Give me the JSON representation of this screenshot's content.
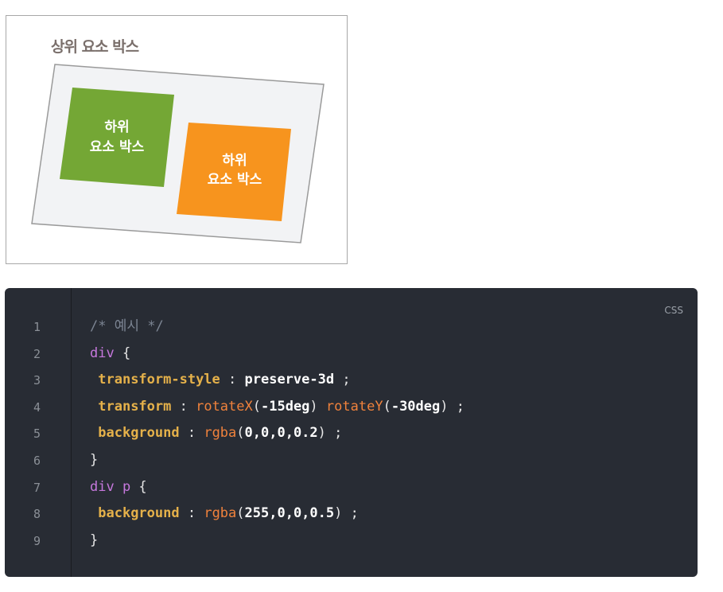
{
  "figure": {
    "title": "상위 요소 박스",
    "child_green_label_1": "하위",
    "child_green_label_2": "요소 박스",
    "child_orange_label_1": "하위",
    "child_orange_label_2": "요소 박스",
    "colors": {
      "parent_fill": "#f2f3f5",
      "parent_stroke": "#9a9a9a",
      "green": "#74a735",
      "orange": "#f7941e"
    }
  },
  "code": {
    "language": "CSS",
    "line_numbers": [
      "1",
      "2",
      "3",
      "4",
      "5",
      "6",
      "7",
      "8",
      "9"
    ],
    "lines": {
      "l1_comment": "/* 예시 */",
      "l2_sel": "div",
      "l2_brace": " {",
      "l3_prop": "transform-style",
      "l3_colon": " : ",
      "l3_val": "preserve-3d",
      "l3_end": " ;",
      "l4_prop": "transform",
      "l4_colon": " : ",
      "l4_f1": "rotateX",
      "l4_a1o": "(",
      "l4_a1": "-15deg",
      "l4_a1c": ")",
      "l4_sp": " ",
      "l4_f2": "rotateY",
      "l4_a2o": "(",
      "l4_a2": "-30deg",
      "l4_a2c": ")",
      "l4_end": " ;",
      "l5_prop": "background",
      "l5_colon": " : ",
      "l5_f": "rgba",
      "l5_o": "(",
      "l5_args": "0,0,0,0.2",
      "l5_c": ")",
      "l5_end": " ;",
      "l6_brace": "}",
      "l7_sel": "div p",
      "l7_brace": " {",
      "l8_prop": "background",
      "l8_colon": " : ",
      "l8_f": "rgba",
      "l8_o": "(",
      "l8_args": "255,0,0,0.5",
      "l8_c": ")",
      "l8_end": " ;",
      "l9_brace": "}"
    }
  }
}
